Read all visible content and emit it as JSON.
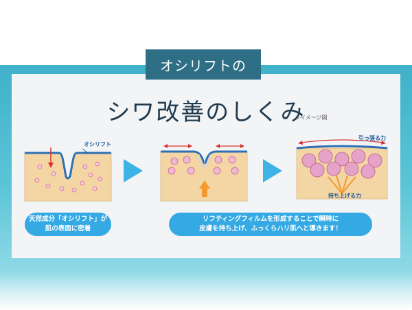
{
  "badge": {
    "text": "オシリフトの"
  },
  "title": {
    "text": "シワ改善のしくみ",
    "note": "※イメージ図"
  },
  "diagram": {
    "step1_label": "オシリフト",
    "step3_top_label": "引っ張る力",
    "step3_bottom_label": "持ち上げる力"
  },
  "callouts": {
    "left": {
      "line1": "天然成分「オシリフト」が",
      "line2": "肌の表面に密着"
    },
    "right": {
      "line1": "リフティングフィルムを形成することで瞬時に",
      "line2": "皮膚を持ち上げ、ふっくらハリ肌へと導きます！"
    }
  },
  "colors": {
    "band": "#3fb1c9",
    "badge": "#2f6f86",
    "callout": "#34a9e3",
    "arrow": "#3db3e6",
    "skin": "#f3d6a4"
  }
}
